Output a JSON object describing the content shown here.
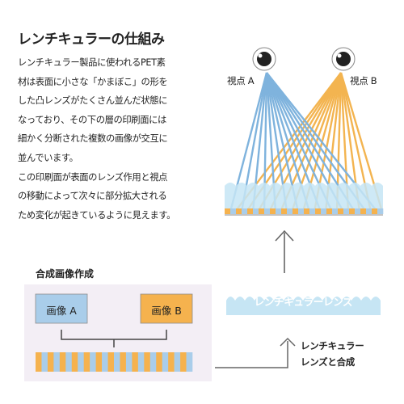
{
  "title": "レンチキュラーの仕組み",
  "body": {
    "lines": [
      "レンチキュラー製品に使われるPET素",
      "材は表面に小さな「かまぼこ」の形を",
      "した凸レンズがたくさん並んだ状態に",
      "なっており、その下の層の印刷面には",
      "細かく分断された複数の画像が交互に",
      "並んでいます。",
      "この印刷面が表面のレンズ作用と視点",
      "の移動によって次々に部分拡大される",
      "ため変化が起きているように見えます。"
    ]
  },
  "diagram": {
    "eye_a_label": "視点 A",
    "eye_b_label": "視点 B",
    "lens_label": "レンチキュラーレンズ",
    "combine_label": [
      "レンチキュラー",
      "レンズと合成"
    ],
    "composite_title": "合成画像作成",
    "image_a_label": "画像 A",
    "image_b_label": "画像 B",
    "colors": {
      "image_a": "#a9cdea",
      "image_b": "#f5b24e",
      "ray_a": "#7fb3dd",
      "ray_b": "#f3b450",
      "lens": "#c6e5f4",
      "panel": "#f3eef5",
      "arrow": "#666666"
    }
  }
}
